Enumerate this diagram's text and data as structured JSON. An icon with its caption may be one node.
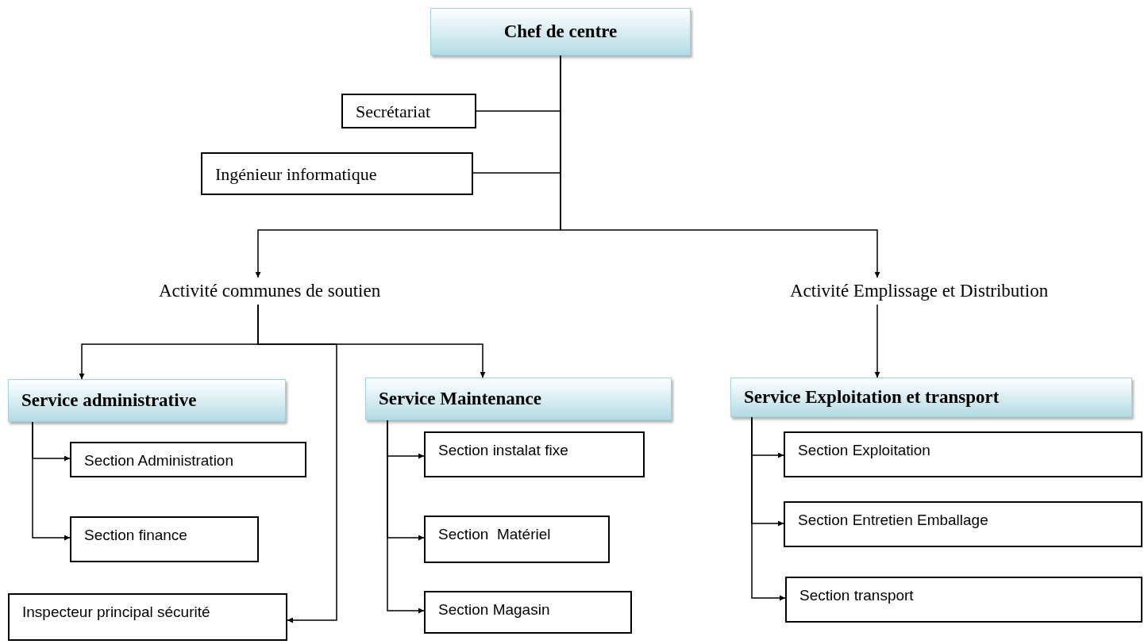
{
  "diagram": {
    "nodes": [
      {
        "text": [
          "Chef de centre"
        ]
      },
      {
        "text": [
          "Secrétariat"
        ]
      },
      {
        "text": [
          "Ingénieur informatique"
        ]
      },
      {
        "text": [
          "Activité communes de soutien"
        ]
      },
      {
        "text": [
          "Activité Emplissage et Distribution"
        ]
      },
      {
        "text": [
          "Service administrative"
        ]
      },
      {
        "text": [
          "Service Maintenance"
        ]
      },
      {
        "text": [
          "Service Exploitation et transport"
        ]
      },
      {
        "text": [
          "Section Administration"
        ]
      },
      {
        "text": [
          "Section finance"
        ]
      },
      {
        "text": [
          "Inspecteur principal sécurité"
        ]
      },
      {
        "text": [
          "Section instalat fixe"
        ]
      },
      {
        "text": [
          "Section  Matériel"
        ]
      },
      {
        "text": [
          "Section Magasin"
        ]
      },
      {
        "text": [
          "Section Exploitation"
        ]
      },
      {
        "text": [
          "Section Entretien Emballage"
        ]
      },
      {
        "text": [
          "Section transport"
        ]
      }
    ],
    "edges": [
      {
        "from": 0,
        "to": 1,
        "arrow": "none"
      },
      {
        "from": 0,
        "to": 2,
        "arrow": "none"
      },
      {
        "from": 0,
        "to": 3,
        "arrow": "to"
      },
      {
        "from": 0,
        "to": 4,
        "arrow": "to"
      },
      {
        "from": 3,
        "to": 5,
        "arrow": "to"
      },
      {
        "from": 3,
        "to": 6,
        "arrow": "to"
      },
      {
        "from": 3,
        "to": 10,
        "arrow": "to"
      },
      {
        "from": 4,
        "to": 7,
        "arrow": "to"
      },
      {
        "from": 5,
        "to": 8,
        "arrow": "to"
      },
      {
        "from": 5,
        "to": 9,
        "arrow": "to"
      },
      {
        "from": 6,
        "to": 11,
        "arrow": "to"
      },
      {
        "from": 6,
        "to": 12,
        "arrow": "to"
      },
      {
        "from": 6,
        "to": 13,
        "arrow": "to"
      },
      {
        "from": 7,
        "to": 14,
        "arrow": "to"
      },
      {
        "from": 7,
        "to": 15,
        "arrow": "to"
      },
      {
        "from": 7,
        "to": 16,
        "arrow": "to"
      }
    ]
  }
}
